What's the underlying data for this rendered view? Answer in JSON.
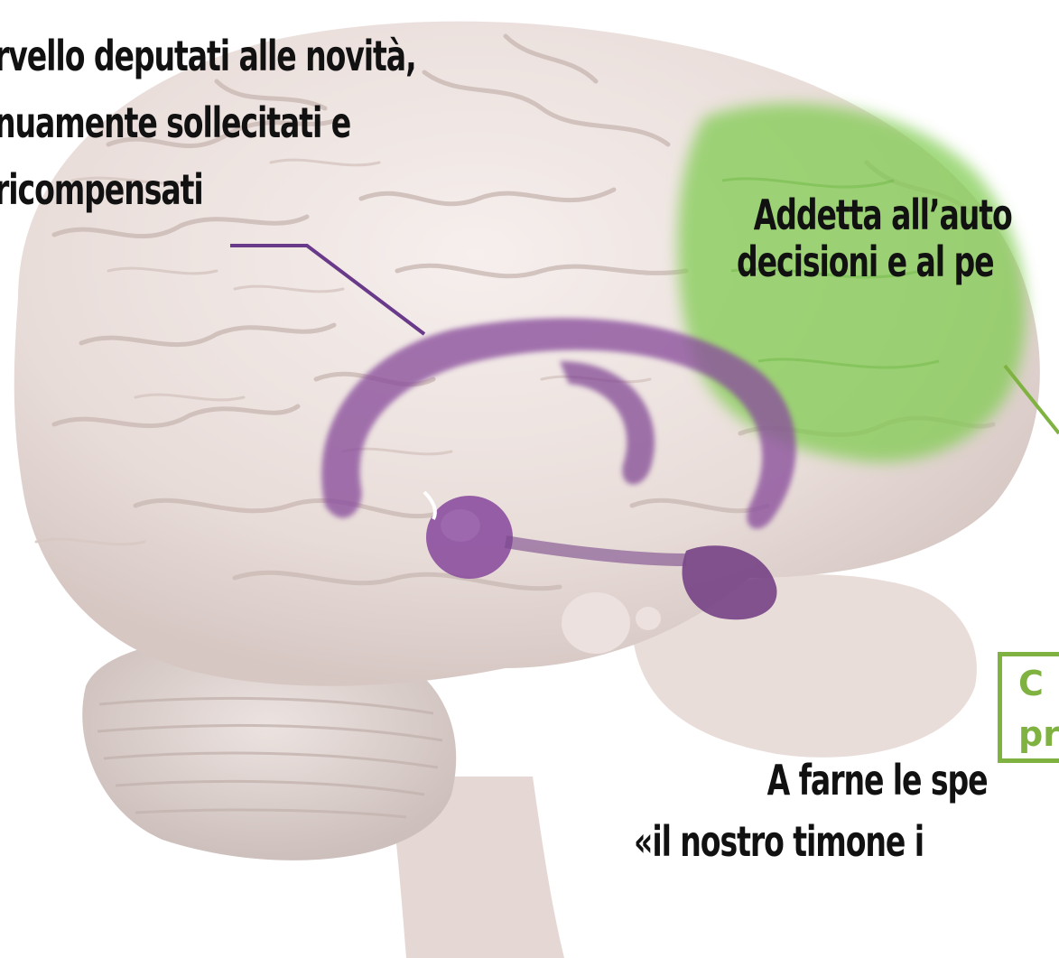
{
  "annotations": {
    "left": {
      "line1": "rvello deputati alle novità,",
      "line2": "nuamente sollecitati e",
      "line3": "ricompensati"
    },
    "right": {
      "line1": "Addetta all’auto",
      "line2": "decisioni e al pe"
    },
    "bottom": {
      "line1": "A farne le spe",
      "line2": "«il nostro timone i"
    },
    "box": {
      "line1": "C",
      "line2": "pr"
    }
  },
  "colors": {
    "brain": "#ede2df",
    "purple_structure": "#8a4f9c",
    "green_cortex": "#7ecb4d",
    "box_border": "#7fb241",
    "text": "#111111"
  }
}
